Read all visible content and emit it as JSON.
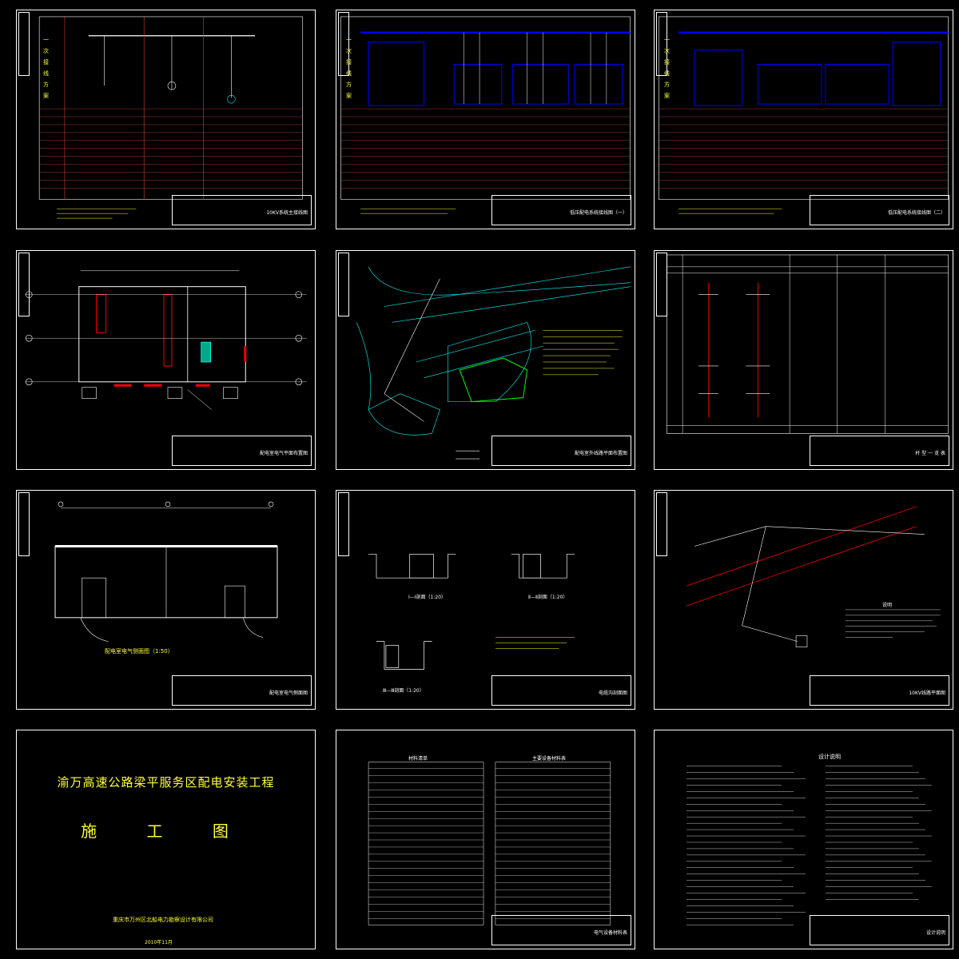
{
  "colors": {
    "background": "#000000",
    "line": "#ffffff",
    "bus": "#0000ff",
    "accent_red": "#ff0000",
    "cyan": "#00ffff",
    "green": "#00ff00",
    "yellow": "#ffff33"
  },
  "cover": {
    "title": "渝万高速公路梁平服务区配电安装工程",
    "subtitle": "施 工 图",
    "org": "重庆市万州区北船电力勘察设计有限公司",
    "date": "2010年11月"
  },
  "sheets": {
    "s1": {
      "side_label": "一 次 接 线 方 案",
      "title": "10KV系统主接线图"
    },
    "s2": {
      "side_label": "一 次 接 线 方 案",
      "title": "低压配电系统接线图（一）"
    },
    "s3": {
      "side_label": "一 次 接 线 方 案",
      "title": "低压配电系统接线图（二）"
    },
    "s4": {
      "title": "配电室电气平面布置图"
    },
    "s5": {
      "title": "配电室外线路平面布置图"
    },
    "s6": {
      "title": "杆 型 一 览 表"
    },
    "s7": {
      "title": "配电室电气侧面图",
      "caption": "配电室电气侧面图（1:50）"
    },
    "s8": {
      "title": "电缆沟剖面图",
      "sec1": "Ⅰ—Ⅰ剖面（1:20）",
      "sec2": "Ⅱ—Ⅱ剖面（1:20）",
      "sec3": "Ⅲ—Ⅲ剖面（1:20）"
    },
    "s9": {
      "title": "10KV线路平面图",
      "notes": "说明"
    },
    "s11": {
      "title": "电气设备材料表",
      "tbl1": "材料清单",
      "tbl2": "主要设备材料表"
    },
    "s12": {
      "title": "设计说明",
      "notes": "设计说明"
    }
  }
}
